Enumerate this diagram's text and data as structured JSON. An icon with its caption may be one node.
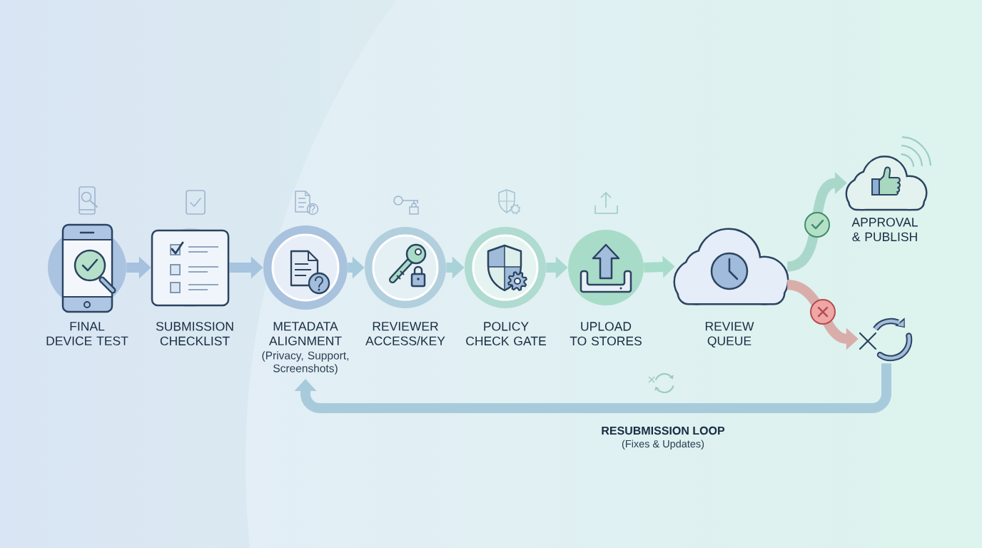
{
  "diagram": {
    "nodes": [
      {
        "text": [
          "FINAL DEVICE TEST"
        ]
      },
      {
        "text": [
          "SUBMISSION CHECKLIST"
        ]
      },
      {
        "text": [
          "METADATA ALIGNMENT",
          "(Privacy, Support, Screenshots)"
        ]
      },
      {
        "text": [
          "REVIEWER ACCESS/KEY"
        ]
      },
      {
        "text": [
          "POLICY CHECK GATE"
        ]
      },
      {
        "text": [
          "UPLOAD TO STORES"
        ]
      },
      {
        "text": [
          "REVIEW QUEUE"
        ]
      },
      {
        "text": [
          "APPROVAL & PUBLISH"
        ]
      },
      {
        "text": [],
        "shape": "picture"
      }
    ],
    "edges": [
      {
        "from": 0,
        "to": 1,
        "arrow": "to"
      },
      {
        "from": 1,
        "to": 2,
        "arrow": "to"
      },
      {
        "from": 2,
        "to": 3,
        "arrow": "to"
      },
      {
        "from": 3,
        "to": 4,
        "arrow": "to"
      },
      {
        "from": 4,
        "to": 5,
        "arrow": "to"
      },
      {
        "from": 5,
        "to": 6,
        "arrow": "to"
      },
      {
        "from": 6,
        "to": 7,
        "arrow": "to"
      },
      {
        "from": 6,
        "to": 8,
        "arrow": "to",
        "color": "#d9aeaa"
      },
      {
        "from": 8,
        "to": 2,
        "arrow": "to",
        "label": "RESUBMISSION LOOP"
      }
    ],
    "labels": [
      "(Fixes & Updates)"
    ]
  }
}
